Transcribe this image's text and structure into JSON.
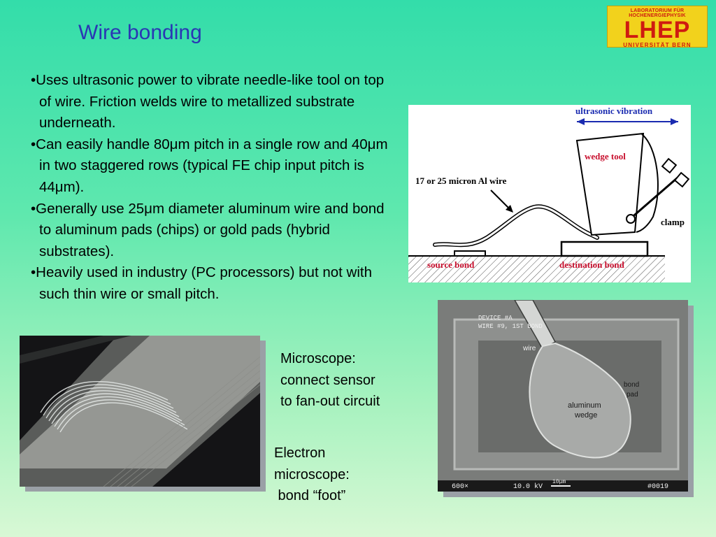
{
  "slide": {
    "title": "Wire bonding",
    "logo": {
      "top_text": "LABORATORIUM FÜR HOCHENERGIEPHYSIK",
      "main_text": "LHEP",
      "bottom_text": "UNIVERSITÄT BERN"
    },
    "bullets": [
      "•Uses ultrasonic power to vibrate needle-like tool on top of wire. Friction welds wire to metallized substrate underneath.",
      "•Can easily handle 80μm pitch in a single row and 40μm in two staggered rows (typical FE chip input pitch is 44μm).",
      "•Generally use 25μm diameter aluminum wire and bond to aluminum pads (chips) or gold pads (hybrid substrates).",
      "•Heavily used in industry (PC processors) but not with such thin wire or small pitch."
    ],
    "diagram": {
      "ultrasonic_label": "ultrasonic vibration",
      "wedge_label": "wedge tool",
      "wire_label": "17 or 25 micron Al wire",
      "clamp_label": "clamp",
      "source_label": "source bond",
      "dest_label": "destination bond"
    },
    "sem": {
      "device": "DEVICE #A",
      "wire_info": "WIRE #9, 1ST BOND",
      "wire_label": "wire",
      "bond_pad": "bond",
      "bond_pad2": "pad",
      "aluminum": "aluminum",
      "wedge": "wedge",
      "mag": "600×",
      "kv": "10.0 kV",
      "scale": "10μm",
      "frame": "#0019"
    },
    "captions": {
      "microscope": [
        "Microscope:",
        "connect sensor",
        "to fan-out circuit"
      ],
      "electron": [
        "Electron",
        "microscope:",
        " bond “foot”"
      ]
    },
    "colors": {
      "title": "#2a37b4",
      "logo_bg": "#f2d21c",
      "logo_text": "#cf1b10",
      "diagram_blue": "#1a2bb0",
      "diagram_red": "#c8102e"
    }
  }
}
